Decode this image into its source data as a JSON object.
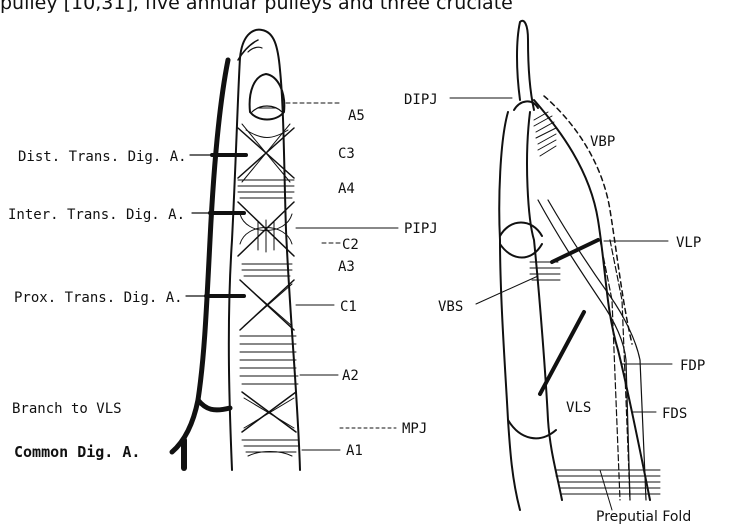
{
  "caption_fragment": "pulley [10,31], five annular pulleys and three cruciate",
  "left_diagram": {
    "right_labels": [
      "A5",
      "C3",
      "A4",
      "PIPJ",
      "C2",
      "A3",
      "C1",
      "A2",
      "MPJ",
      "A1"
    ],
    "left_labels": [
      "Dist. Trans. Dig. A.",
      "Inter. Trans. Dig. A.",
      "Prox. Trans. Dig. A.",
      "Branch to VLS",
      "Common Dig. A."
    ]
  },
  "right_diagram": {
    "labels": [
      "DIPJ",
      "VBP",
      "VLP",
      "VBS",
      "FDP",
      "VLS",
      "FDS",
      "Preputial Fold"
    ]
  },
  "colors": {
    "ink": "#111111",
    "background": "#ffffff"
  }
}
